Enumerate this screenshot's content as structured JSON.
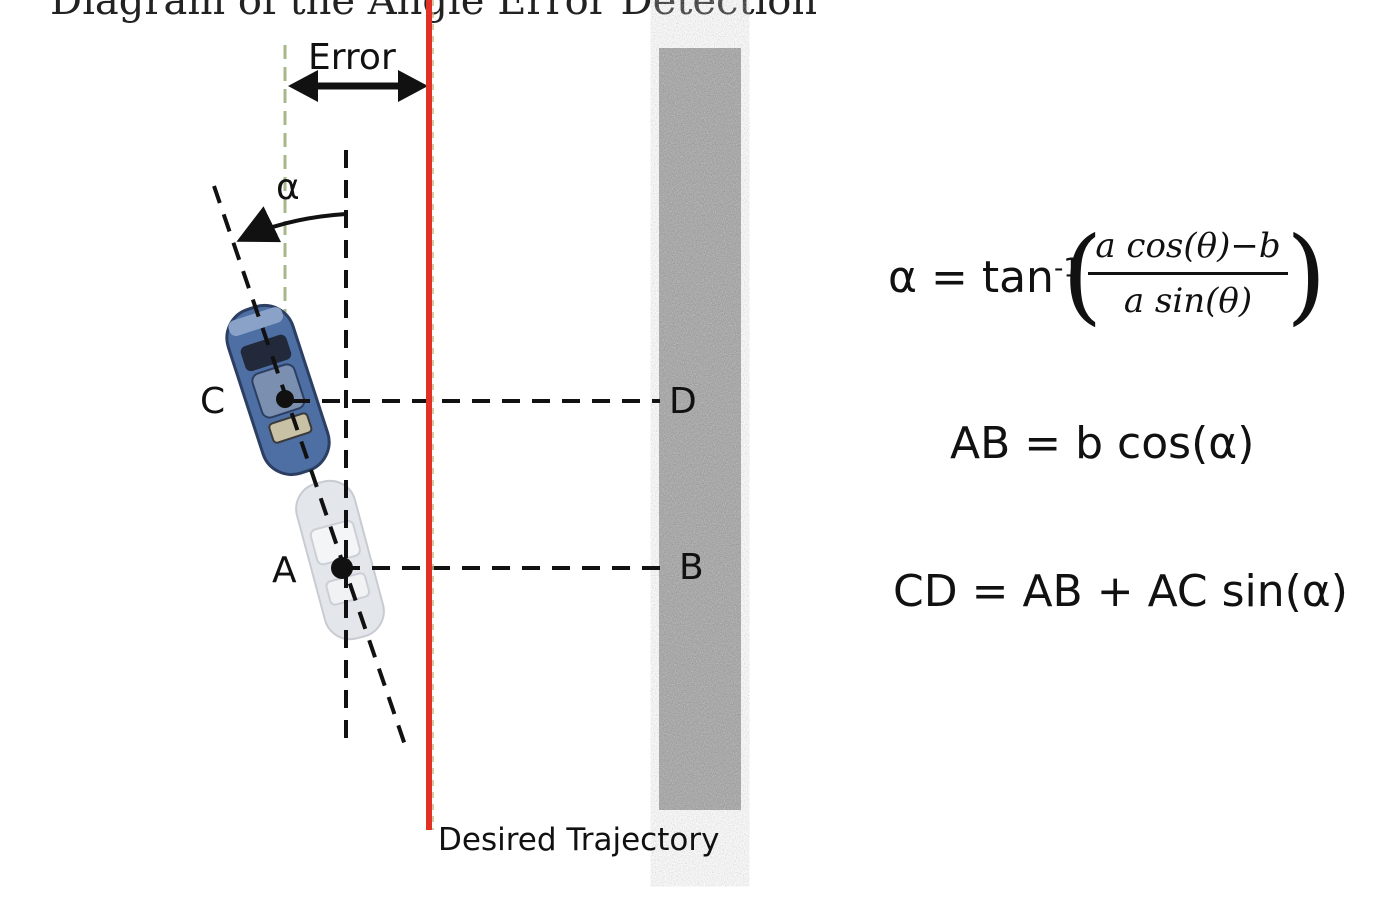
{
  "header_text": "Diagram of the Angle Error Detection",
  "labels": {
    "error": "Error",
    "alpha": "α",
    "point_a": "A",
    "point_b": "B",
    "point_c": "C",
    "point_d": "D",
    "desired_trajectory": "Desired Trajectory"
  },
  "equations": {
    "alpha_lhs": "α = tan",
    "alpha_sup": "-1",
    "alpha_numerator": "a cos(θ)−b",
    "alpha_denominator": "a sin(θ)",
    "ab": "AB = b cos(α)",
    "cd": "CD = AB + AC sin(α)"
  },
  "colors": {
    "trajectory": "#e03124",
    "wall": "#9c9c9c",
    "car_current": "#4a6a9c",
    "car_previous": "#dfe3e8",
    "guide": "#a5b88a"
  }
}
